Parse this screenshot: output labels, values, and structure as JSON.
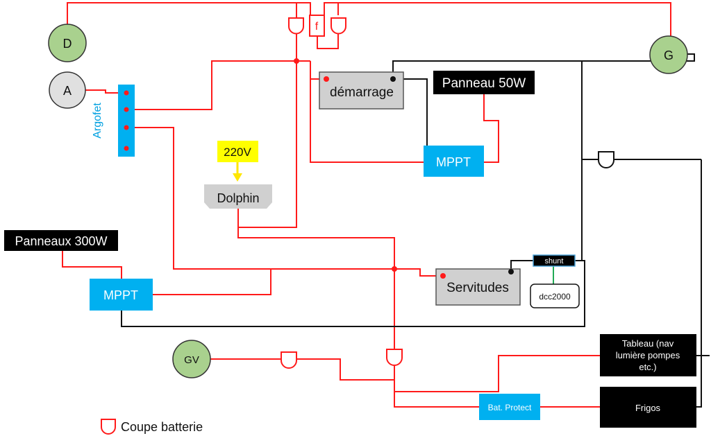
{
  "colors": {
    "wire_red": "#ff1a1a",
    "wire_black": "#111111",
    "mppt_blue": "#00b0f0",
    "alt_green": "#a9d18e",
    "label_yellow": "#ffff00",
    "box_grey": "#d0d0d0"
  },
  "nodes": {
    "D": "D",
    "A": "A",
    "G": "G",
    "GV": "GV",
    "f": "f",
    "argofet": "Argofet",
    "demarrage": "démarrage",
    "panneau50": "Panneau 50W",
    "mppt_top": "MPPT",
    "v220": "220V",
    "dolphin": "Dolphin",
    "panneaux300": "Panneaux 300W",
    "mppt_left": "MPPT",
    "servitudes": "Servitudes",
    "shunt": "shunt",
    "dcc2000": "dcc2000",
    "tableau": [
      "Tableau (nav",
      "lumière pompes",
      "etc.)"
    ],
    "frigos": "Frigos",
    "batprotect": "Bat. Protect"
  },
  "legend": {
    "coupe_batterie": "Coupe batterie"
  }
}
